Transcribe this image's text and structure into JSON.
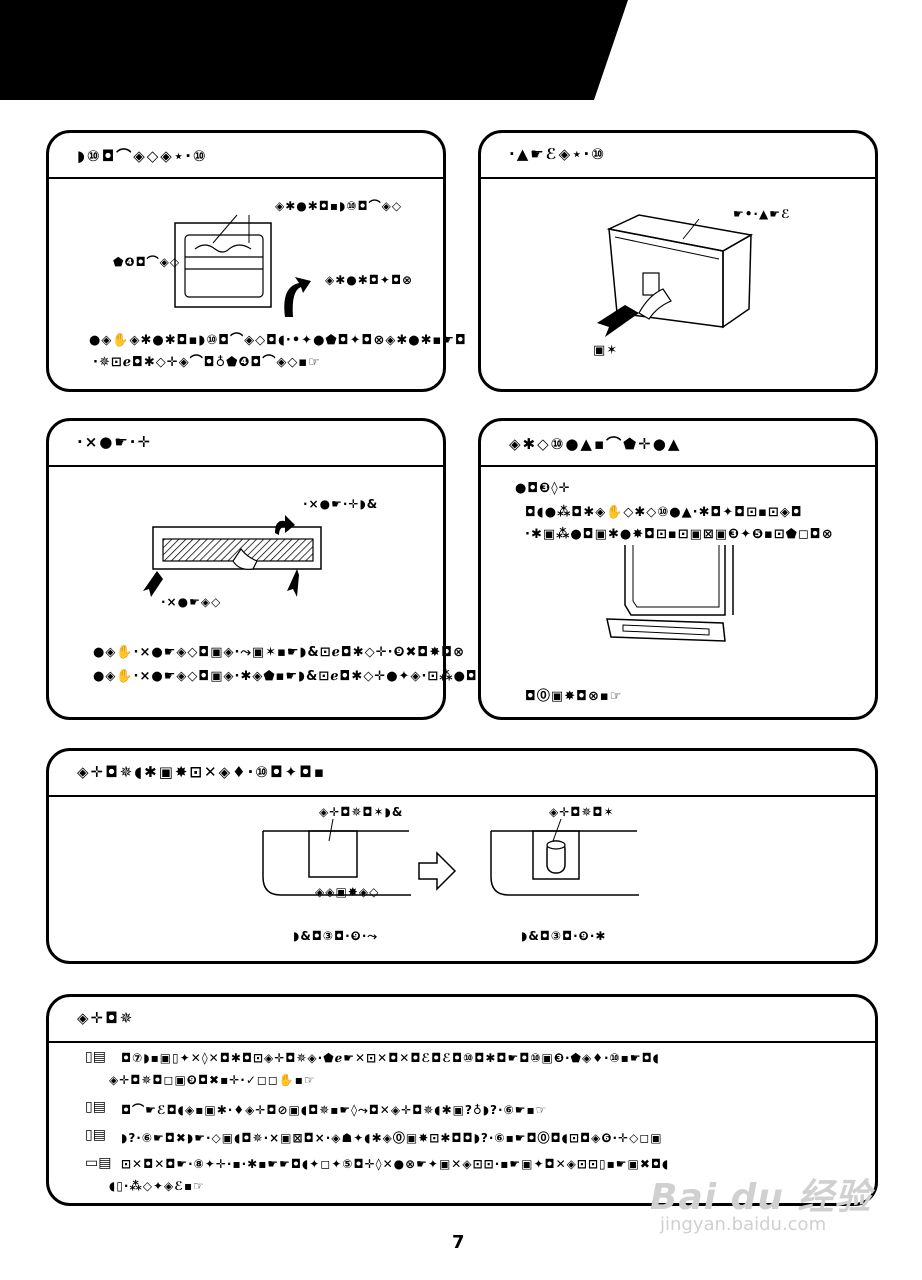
{
  "panels": {
    "p1": {
      "title": "◗⑩◘⌒◈◇◈⋆·⑩",
      "label_top": "◈✱●✱◘▪◗⑩◘⌒◈◇",
      "label_left": "⬟❹◘⌒◈◇",
      "label_right": "◈✱●✱◘✦◘⊗",
      "caption1": "●◈✋◈✱●✱◘▪◗⑩◘⌒◈◇◘◖·•✦●⬟◘✦◘⊗◈✱●✱▪☛◘",
      "caption2": "·✵⊡ℯ◘✱◇✛◈⌒◘♁⬟❹◘⌒◈◇▪☞"
    },
    "p2": {
      "title": "·▲☛ℰ◈⋆·⑩",
      "label": "☛•·▲☛ℰ",
      "caption": "▣✶"
    },
    "p3": {
      "title": "·×●☛·✛",
      "label_top": "·×●☛·✛◗&",
      "label_bottom": "·×●☛◈◇",
      "caption1": "●◈✋·×●☛◈◇◘▣◈·⤳▣✶▪☛◗&⊡ℯ◘✱◇✛·❾✖◘✸◘⊗",
      "caption2": "●◈✋·×●☛◈◇◘▣◈·✱◈⬟▪☛◗&⊡ℯ◘✱◇✛●✦◈·⊡⁂●◘◘"
    },
    "p4": {
      "title": "◈✱◇⑩●▲▪⌒⬟✛●▲",
      "sub": "●◘❸◊✛",
      "line1": "◘◖●⁂◘✱◈✋◇✱◇⑩●▲·✱◘✦◘⊡▪⊡◈◘",
      "line2": "·✱▣⁂●◘▣✱●✸◘⊡▪⊡▣⊠▣❸✦❺▪⊡⬟◻◘⊗",
      "line3": "◘⓪▣✸◘⊗▪☞"
    },
    "p5": {
      "title": "◈✛◘✵◖✱▣✸⊡✕◈♦·⑩◘✦◘▪",
      "label_a_top": "◈✛◘✵◘✶◗&",
      "label_a_mid": "◈◈▣✸◈◇",
      "label_a_bottom": "◗&◘③◘·❾·⤳",
      "label_b_top": "◈✛◘✵◘✶",
      "label_b_bottom": "◗&◘③◘·❾·✱"
    },
    "p6": {
      "title": "◈✛◘✵",
      "notes": [
        "◘⑦◗▪▣▯✦✕◊✕◘✱◘⊡◈✛◘✵◈·⬟ℯ☛✕⊡✕◘✕◘ℰ◘ℰ◘⑩◘✱◘☛◘⑩▣❸·⬟◈♦·⑩▪☛◘◖",
        "◈✛◘✵◘◻▣❾◘✖▪✛·✓◻◻✋▪☞",
        "◘⌒☛ℰ◘◖◈▪▣✱·♦◈✛◘⊘▣◖◘✵▪☛◊⤳◘✕◈✛◘✵◖✱▣?♁◗?·⑥☛▪☞",
        "◗?·⑥☛◘✖◗☛·◇▣◖◘✵·×▣⊠◘×·◈☗✦◖✱◈⓪▣✸⊡✱◘◘◗?·⑥▪☛◘⓪◘◖⊡◘◈❻·✛◇◻▣",
        "⊡✕◘✕◘☛·⑧✦✛·▪·✱▪☛☛◘◖✦◻✦⑤◘✛◊✕●⊗☛✦▣✕◈⊡⊡·▪☛▣✦◘✕◈⊡⊡▯▪☛▣✖◘◖",
        "◖▯·⁂◇✦◈ℰ▪☞"
      ]
    }
  },
  "page_number": "7",
  "watermark": {
    "brand": "Bai du 经验",
    "url": "jingyan.baidu.com"
  }
}
